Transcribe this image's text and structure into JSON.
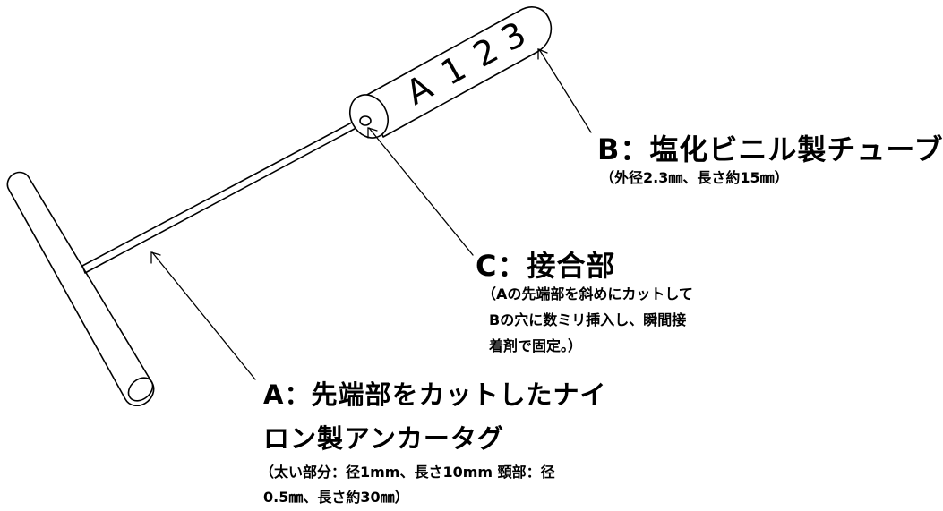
{
  "tube": {
    "chars": [
      "A",
      "1",
      "2",
      "3"
    ]
  },
  "label_b": {
    "title": "B：塩化ビニル製チューブ",
    "note": "（外径2.3㎜、長さ約15㎜）"
  },
  "label_c": {
    "title": "C：接合部",
    "note_lines": [
      "（Aの先端部を斜めにカットして",
      "Bの穴に数ミリ挿入し、瞬間接",
      "着剤で固定。）"
    ]
  },
  "label_a": {
    "title_lines": [
      "A：先端部をカットしたナイ",
      "ロン製アンカータグ"
    ],
    "note_lines": [
      "（太い部分：径1mm、長さ10mm 頸部：径",
      "0.5㎜、長さ約30㎜）"
    ]
  }
}
